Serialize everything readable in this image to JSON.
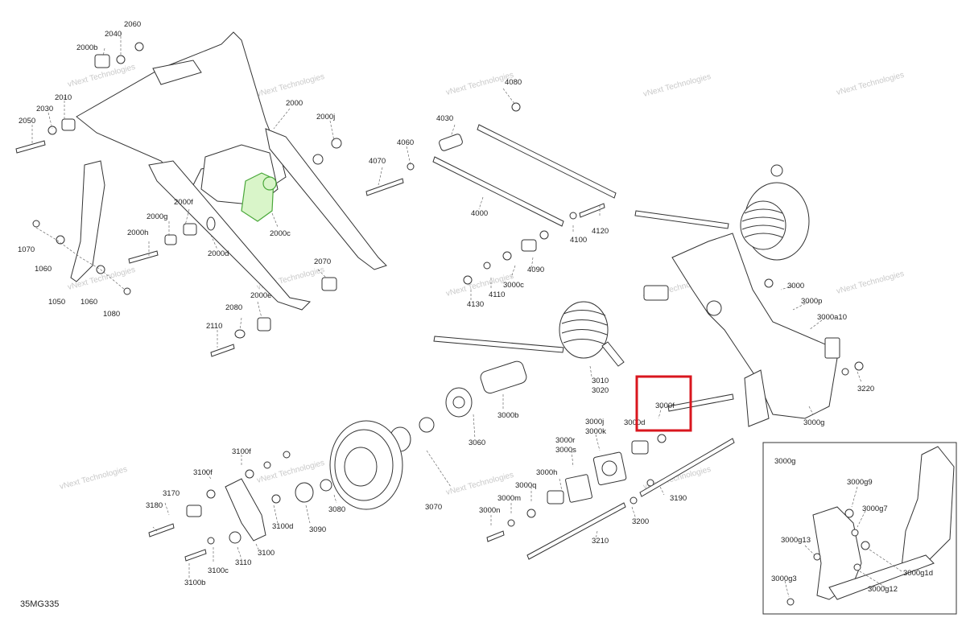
{
  "diagram_code": "35MG335",
  "watermark": "vNext Technologies",
  "highlight_color": "#d9161e",
  "part_highlight_color": "#4aa83a",
  "inset_title": "3000g",
  "labels": {
    "l2060": "2060",
    "l2040": "2040",
    "l2000b": "2000b",
    "l2010": "2010",
    "l2030": "2030",
    "l2050": "2050",
    "l2000": "2000",
    "l2000j": "2000j",
    "l2000f": "2000f",
    "l2000g": "2000g",
    "l2000h": "2000h",
    "l2000d": "2000d",
    "l2000c": "2000c",
    "l1070": "1070",
    "l1060a": "1060",
    "l1050": "1050",
    "l1060b": "1060",
    "l1080": "1080",
    "l2070": "2070",
    "l2000e": "2000e",
    "l2080": "2080",
    "l2110": "2110",
    "l4080": "4080",
    "l4030": "4030",
    "l4060": "4060",
    "l4070": "4070",
    "l4000": "4000",
    "l4120": "4120",
    "l4100": "4100",
    "l4090": "4090",
    "l4130": "4130",
    "l4110": "4110",
    "l3000c": "3000c",
    "l3000": "3000",
    "l3000p": "3000p",
    "l3000a10": "3000a10",
    "l3010": "3010",
    "l3020": "3020",
    "l3000f": "3000f",
    "l3000d": "3000d",
    "l3000g": "3000g",
    "l3220": "3220",
    "l3000b": "3000b",
    "l3060": "3060",
    "l3070": "3070",
    "l3080": "3080",
    "l3090": "3090",
    "l3100d": "3100d",
    "l3100": "3100",
    "l3110": "3110",
    "l3100c": "3100c",
    "l3100b": "3100b",
    "l3180": "3180",
    "l3170": "3170",
    "l3100f1": "3100f",
    "l3100f2": "3100f",
    "l3000j": "3000j",
    "l3000k": "3000k",
    "l3000r": "3000r",
    "l3000s": "3000s",
    "l3000h": "3000h",
    "l3000q": "3000q",
    "l3000m": "3000m",
    "l3000n": "3000n",
    "l3200": "3200",
    "l3210": "3210",
    "l3190": "3190",
    "i3000g9": "3000g9",
    "i3000g7": "3000g7",
    "i3000g13": "3000g13",
    "i3000g1d": "3000g1d",
    "i3000g12": "3000g12",
    "i3000g3": "3000g3"
  }
}
